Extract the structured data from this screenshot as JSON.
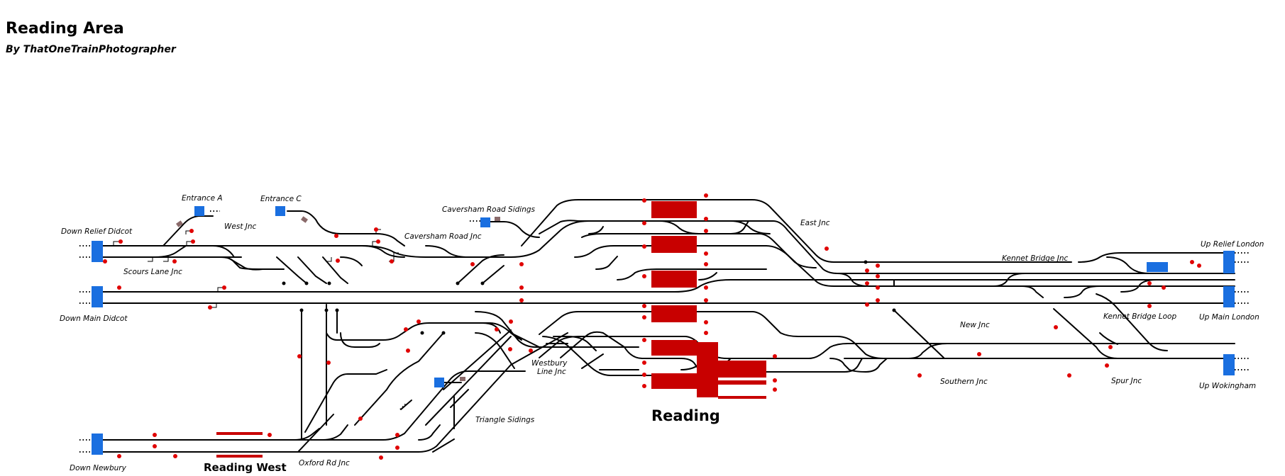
{
  "header": {
    "title": "Reading Area",
    "author": "By ThatOneTrainPhotographer"
  },
  "labels": {
    "entrance_a": "Entrance A",
    "entrance_c": "Entrance C",
    "down_relief_didcot": "Down Relief Didcot",
    "west_jnc": "West Jnc",
    "scours_lane_jnc": "Scours Lane Jnc",
    "down_main_didcot": "Down Main Didcot",
    "caversham_road_sidings": "Caversham Road Sidings",
    "caversham_road_jnc": "Caversham Road Jnc",
    "east_jnc": "East Jnc",
    "kennet_bridge_jnc": "Kennet Bridge Jnc",
    "up_relief_london": "Up Relief London",
    "kennet_bridge_loop": "Kennet Bridge Loop",
    "up_main_london": "Up Main London",
    "new_jnc": "New Jnc",
    "southern_jnc": "Southern Jnc",
    "spur_jnc": "Spur Jnc",
    "up_wokingham": "Up Wokingham",
    "westbury_line_jnc_1": "Westbury",
    "westbury_line_jnc_2": "Line Jnc",
    "triangle_sidings": "Triangle Sidings",
    "reading": "Reading",
    "reading_west": "Reading West",
    "oxford_rd_jnc": "Oxford Rd Jnc",
    "down_newbury": "Down Newbury"
  },
  "colors": {
    "track": "#000000",
    "signal": "#e00000",
    "boundary": "#1a6fe0",
    "platform": "#c80000"
  }
}
